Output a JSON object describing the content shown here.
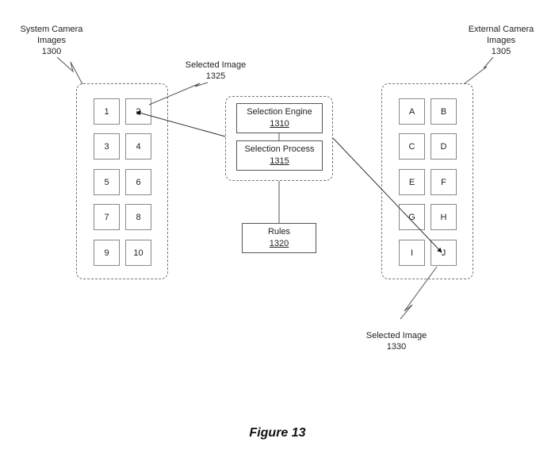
{
  "figure": {
    "caption": "Figure 13"
  },
  "system_camera": {
    "label_line1": "System Camera",
    "label_line2": "Images",
    "ref": "1300",
    "cells": [
      "1",
      "2",
      "3",
      "4",
      "5",
      "6",
      "7",
      "8",
      "9",
      "10"
    ]
  },
  "external_camera": {
    "label_line1": "External Camera",
    "label_line2": "Images",
    "ref": "1305",
    "cells": [
      "A",
      "B",
      "C",
      "D",
      "E",
      "F",
      "G",
      "H",
      "I",
      "J"
    ]
  },
  "selection_engine": {
    "title": "Selection Engine",
    "ref": "1310"
  },
  "selection_process": {
    "title": "Selection Process",
    "ref": "1315"
  },
  "rules": {
    "title": "Rules",
    "ref": "1320"
  },
  "selected_image_system": {
    "label": "Selected Image",
    "ref": "1325",
    "target_cell": "2"
  },
  "selected_image_external": {
    "label": "Selected Image",
    "ref": "1330",
    "target_cell": "J"
  }
}
